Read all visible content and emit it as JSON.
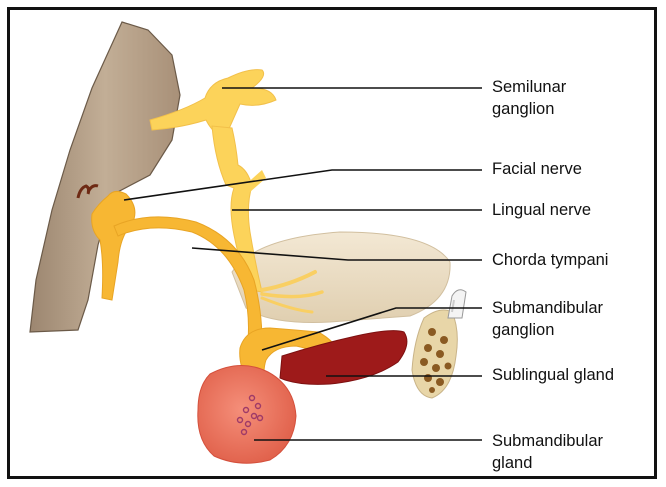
{
  "labels": {
    "semilunar": [
      "Semilunar",
      "ganglion"
    ],
    "facial": [
      "Facial nerve"
    ],
    "lingual": [
      "Lingual nerve"
    ],
    "chorda": [
      "Chorda tympani"
    ],
    "submandibular_ganglion": [
      "Submandibular",
      "ganglion"
    ],
    "sublingual": [
      "Sublingual gland"
    ],
    "submandibular_gland": [
      "Submandibular",
      "gland"
    ]
  },
  "colors": {
    "nerve": "#f7b733",
    "nerve_light": "#fcd35a",
    "bone": "#b5a089",
    "tongue": "#ede0c8",
    "sublingual_gland": "#9e1a1a",
    "submandibular_gland": "#ef7561",
    "leader_line": "#111111"
  }
}
